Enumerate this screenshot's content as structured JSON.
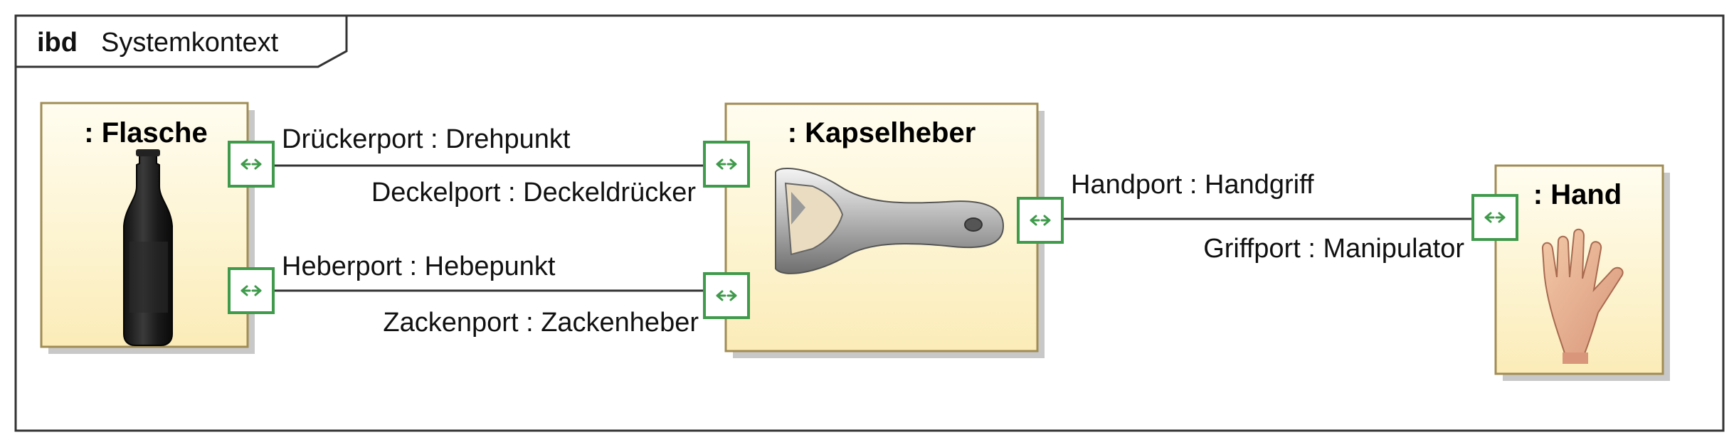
{
  "frame": {
    "kind": "ibd",
    "name": "Systemkontext"
  },
  "parts": [
    {
      "id": "flasche",
      "title": ": Flasche",
      "image": "bottle"
    },
    {
      "id": "kapselheber",
      "title": ": Kapselheber",
      "image": "bottle-opener"
    },
    {
      "id": "hand",
      "title": ": Hand",
      "image": "open-hand"
    }
  ],
  "connectors": [
    {
      "id": "druecker-connector",
      "source_label": "Drückerport : Drehpunkt",
      "target_label": "Deckelport : Deckeldrücker"
    },
    {
      "id": "heber-connector",
      "source_label": "Heberport : Hebepunkt",
      "target_label": "Zackenport : Zackenheber"
    },
    {
      "id": "hand-connector",
      "source_label": "Handport : Handgriff",
      "target_label": "Griffport : Manipulator"
    }
  ],
  "port_icon": "bidirectional-arrow-icon",
  "colors": {
    "part_fill_top": "#fffbe8",
    "part_fill_bottom": "#fbeec0",
    "part_border": "#a08c55",
    "port_border": "#3f9a4b",
    "port_arrow": "#3f9a4b",
    "frame_border": "#333333",
    "shadow": "#c8c8c8"
  }
}
